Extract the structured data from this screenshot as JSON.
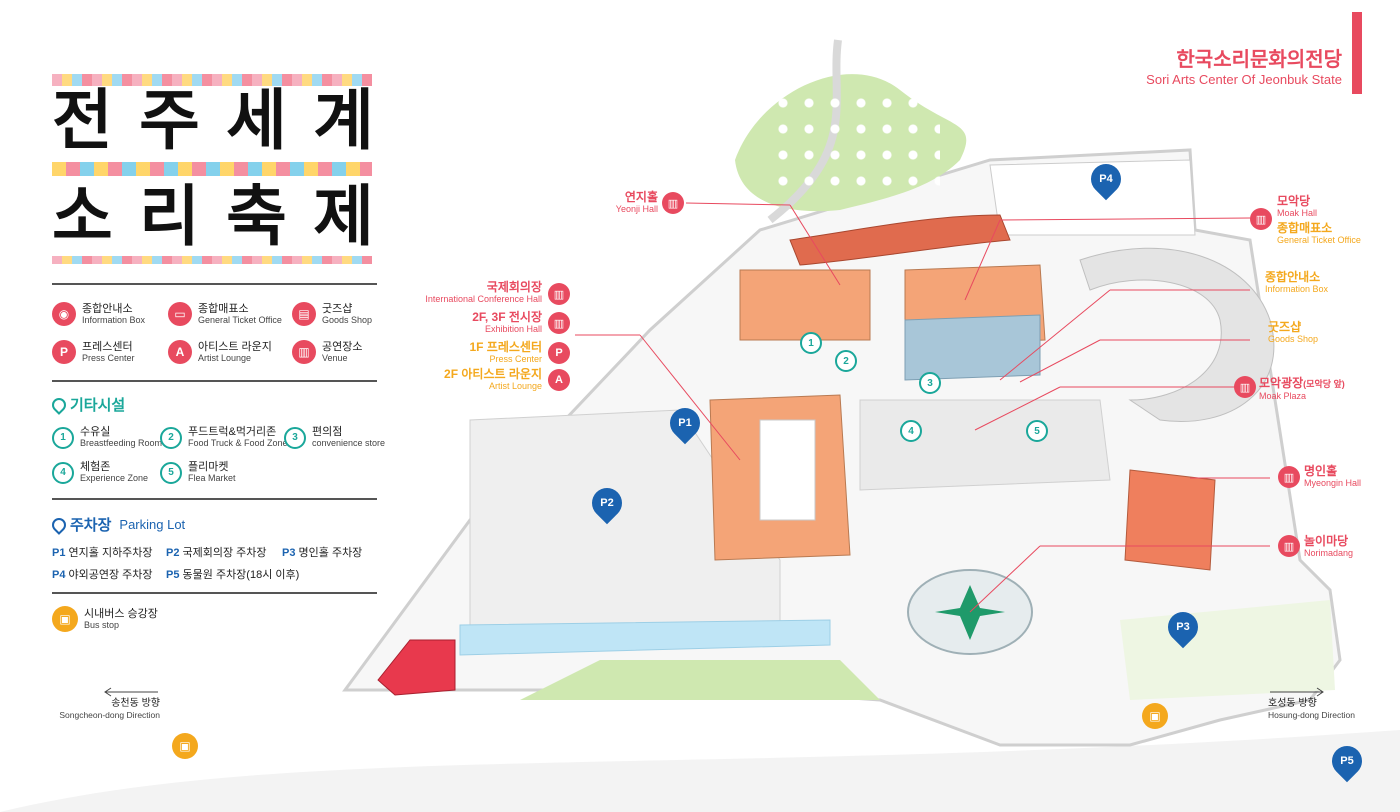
{
  "festival_logo": {
    "row1": [
      "전",
      "주",
      "세",
      "계"
    ],
    "row2": [
      "소",
      "리",
      "축",
      "제"
    ]
  },
  "venue_title": {
    "ko": "한국소리문화의전당",
    "en": "Sori Arts Center Of Jeonbuk State"
  },
  "legend": {
    "main": [
      {
        "icon": "info-pin-icon",
        "ko": "종합안내소",
        "en": "Information Box"
      },
      {
        "icon": "ticket-icon",
        "ko": "종합매표소",
        "en": "General Ticket Office"
      },
      {
        "icon": "shopping-bag-icon",
        "ko": "굿즈샵",
        "en": "Goods Shop"
      },
      {
        "icon": "p-letter-icon",
        "glyph": "P",
        "ko": "프레스센터",
        "en": "Press Center"
      },
      {
        "icon": "a-letter-icon",
        "glyph": "A",
        "ko": "아티스트 라운지",
        "en": "Artist Lounge"
      },
      {
        "icon": "stage-icon",
        "ko": "공연장소",
        "en": "Venue"
      }
    ],
    "facilities_title": "기타시설",
    "facilities": [
      {
        "num": "1",
        "ko": "수유실",
        "en": "Breastfeeding Room"
      },
      {
        "num": "2",
        "ko": "푸드트럭&먹거리존",
        "en": "Food Truck & Food Zone"
      },
      {
        "num": "3",
        "ko": "편의점",
        "en": "convenience store"
      },
      {
        "num": "4",
        "ko": "체험존",
        "en": "Experience Zone"
      },
      {
        "num": "5",
        "ko": "플리마켓",
        "en": "Flea Market"
      }
    ],
    "parking_title_ko": "주차장",
    "parking_title_en": "Parking Lot",
    "parking": [
      {
        "code": "P1",
        "name": "연지홀 지하주차장"
      },
      {
        "code": "P2",
        "name": "국제회의장 주차장"
      },
      {
        "code": "P3",
        "name": "명인홀 주차장"
      },
      {
        "code": "P4",
        "name": "야외공연장 주차장"
      },
      {
        "code": "P5",
        "name": "동물원 주차장(18시 이후)"
      }
    ],
    "bus": {
      "ko": "시내버스 승강장",
      "en": "Bus stop"
    }
  },
  "map_labels": {
    "yeonji": {
      "ko": "연지홀",
      "en": "Yeonji Hall"
    },
    "conference": {
      "ko": "국제회의장",
      "en": "International Conference Hall"
    },
    "exhibition": {
      "ko": "2F, 3F 전시장",
      "en": "Exhibition Hall"
    },
    "press": {
      "ko": "1F 프레스센터",
      "en": "Press Center"
    },
    "artist": {
      "ko": "2F 아티스트 라운지",
      "en": "Artist Lounge"
    },
    "moak": {
      "ko": "모악당",
      "en": "Moak Hall"
    },
    "ticket": {
      "ko": "종합매표소",
      "en": "General Ticket Office"
    },
    "info": {
      "ko": "종합안내소",
      "en": "Information Box"
    },
    "goods": {
      "ko": "굿즈샵",
      "en": "Goods Shop"
    },
    "plaza": {
      "ko": "모악광장",
      "ko_small": "(모악당 앞)",
      "en": "Moak Plaza"
    },
    "myeongin": {
      "ko": "명인홀",
      "en": "Myeongin Hall"
    },
    "nori": {
      "ko": "놀이마당",
      "en": "Norimadang"
    }
  },
  "directions": {
    "left": {
      "ko": "송천동 방향",
      "en": "Songcheon-dong Direction"
    },
    "right": {
      "ko": "호성동 방향",
      "en": "Hosung-dong Direction"
    }
  },
  "parking_pins": [
    "P1",
    "P2",
    "P3",
    "P4",
    "P5"
  ],
  "facility_pins": [
    "1",
    "2",
    "3",
    "4",
    "5"
  ],
  "colors": {
    "accent_red": "#e84a5f",
    "accent_orange": "#f4a81d",
    "teal": "#1aa79a",
    "parking_blue": "#1b63b0",
    "grass": "#cfe8b0",
    "roof": "#f4a477"
  }
}
